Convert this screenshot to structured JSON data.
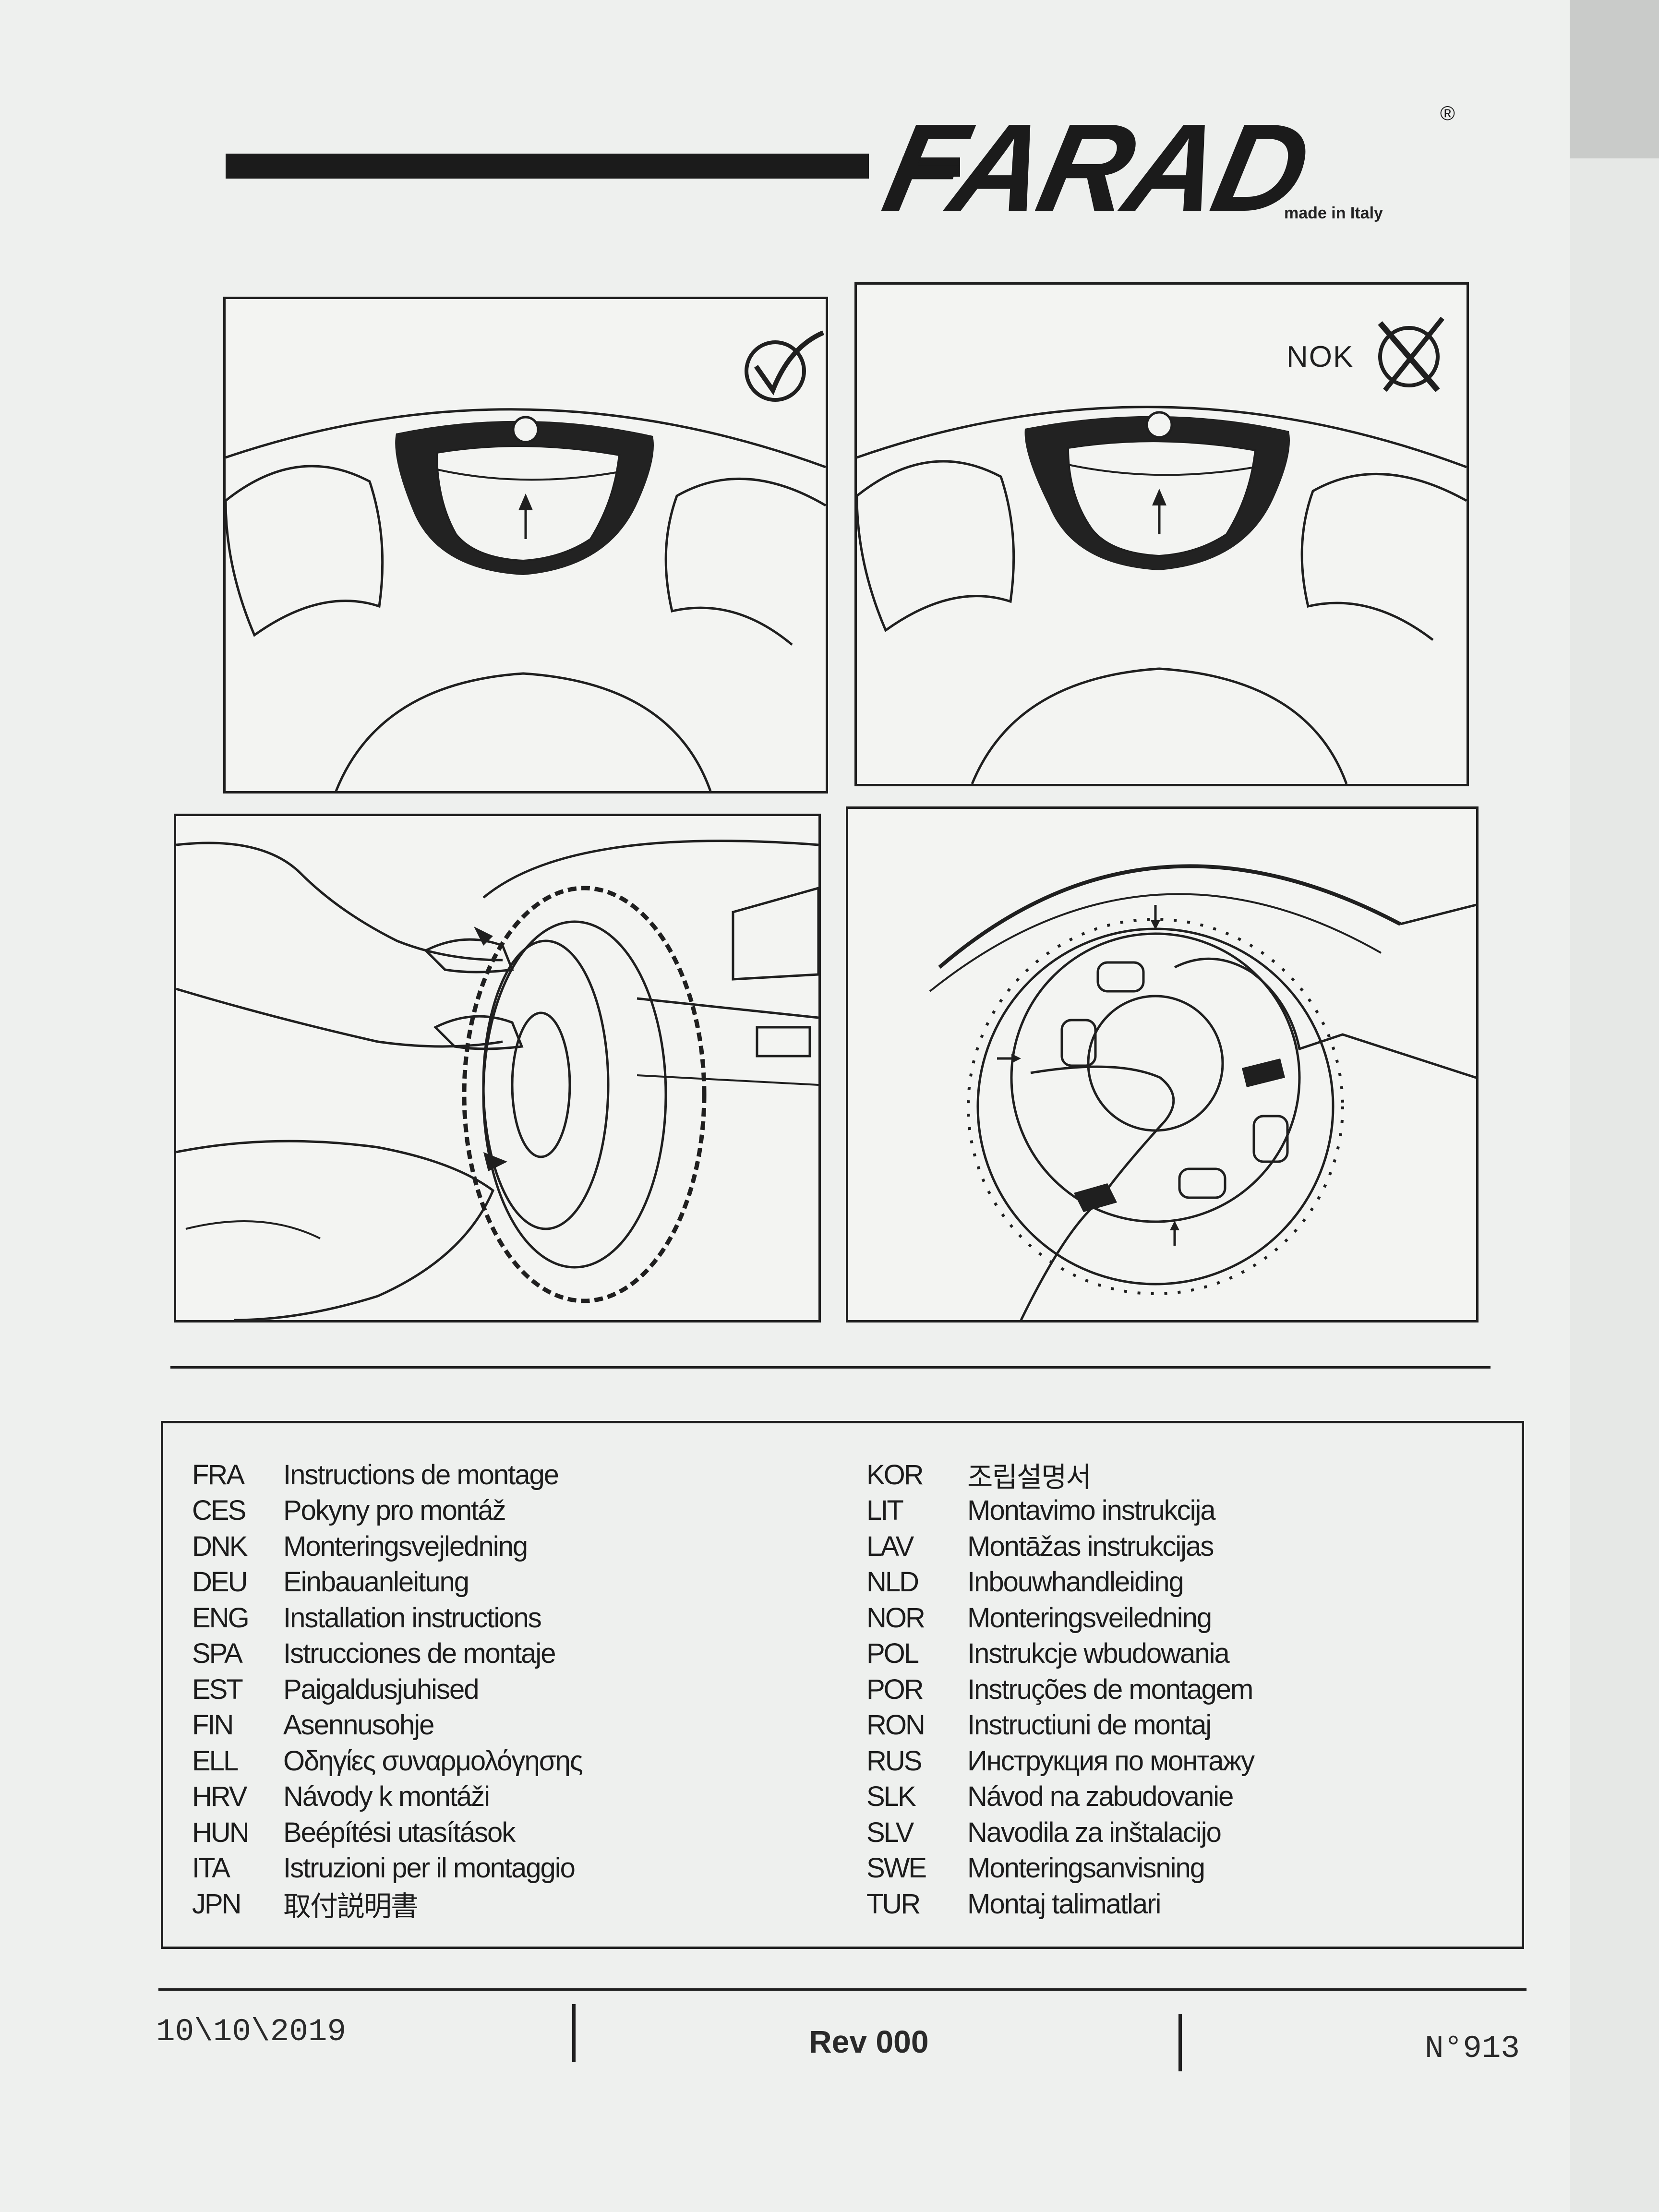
{
  "header": {
    "brand": "FARAD",
    "registered_mark": "®",
    "tagline": "made in Italy"
  },
  "panels": {
    "ok_mark_icon": "check-circle-icon",
    "nok_label": "NOK",
    "nok_mark_icon": "cross-circle-icon"
  },
  "languages_left": [
    {
      "code": "FRA",
      "text": "Instructions de montage"
    },
    {
      "code": "CES",
      "text": "Pokyny pro montáž"
    },
    {
      "code": "DNK",
      "text": "Monteringsvejledning"
    },
    {
      "code": "DEU",
      "text": "Einbauanleitung"
    },
    {
      "code": "ENG",
      "text": "Installation instructions"
    },
    {
      "code": "SPA",
      "text": "Istrucciones de montaje"
    },
    {
      "code": "EST",
      "text": "Paigaldusjuhised"
    },
    {
      "code": "FIN",
      "text": "Asennusohje"
    },
    {
      "code": "ELL",
      "text": "Οδηγίες συναρμολόγησης"
    },
    {
      "code": "HRV",
      "text": "Návody k montáži"
    },
    {
      "code": "HUN",
      "text": "Beépítési utasítások"
    },
    {
      "code": "ITA",
      "text": "Istruzioni per il montaggio"
    },
    {
      "code": "JPN",
      "text": "取付説明書"
    }
  ],
  "languages_right": [
    {
      "code": "KOR",
      "text": "조립설명서"
    },
    {
      "code": "LIT",
      "text": "Montavimo instrukcija"
    },
    {
      "code": "LAV",
      "text": "Montāžas instrukcijas"
    },
    {
      "code": "NLD",
      "text": "Inbouwhandleiding"
    },
    {
      "code": "NOR",
      "text": "Monteringsveiledning"
    },
    {
      "code": "POL",
      "text": "Instrukcje wbudowania"
    },
    {
      "code": "POR",
      "text": "Instruções de montagem"
    },
    {
      "code": "RON",
      "text": "Instructiuni de montaj"
    },
    {
      "code": "RUS",
      "text": "Инструкция по монтажу"
    },
    {
      "code": "SLK",
      "text": "Návod na zabudovanie"
    },
    {
      "code": "SLV",
      "text": "Navodila za inštalacijo"
    },
    {
      "code": "SWE",
      "text": "Monteringsanvisning"
    },
    {
      "code": "TUR",
      "text": "Montaj talimatlari"
    }
  ],
  "footer": {
    "date": "10\\10\\2019",
    "revision": "Rev 000",
    "number": "N°913"
  }
}
